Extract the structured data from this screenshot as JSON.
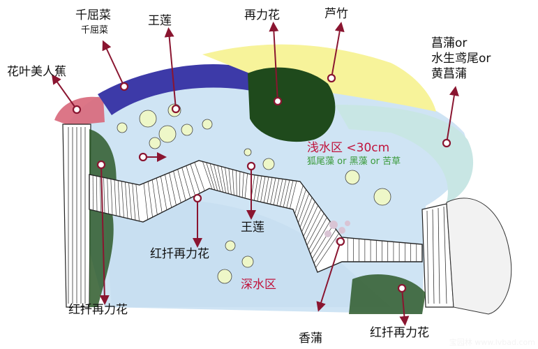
{
  "labels": {
    "ganqucai": "千屈菜",
    "ganqucai_sub": "千屈菜",
    "wanglian_top": "王莲",
    "zailihua_top": "再力花",
    "luzhu": "芦竹",
    "changpu_line1": "菖蒲or",
    "changpu_line2": "水生鸢尾or",
    "changpu_line3": "黄菖蒲",
    "huaye": "花叶美人蕉",
    "shallow": "浅水区 <30cm",
    "shallow_plants": "狐尾藻 or 黑藻 or 苦草",
    "wanglian_mid": "王莲",
    "hongqian_mid": "红扦再力花",
    "deep": "深水区",
    "hongqian_left": "红扦再力花",
    "xiangpu": "香蒲",
    "hongqian_right": "红扦再力花"
  },
  "watermark": "宝园林 www.lvbad.com",
  "colors": {
    "water": "#cfe4f4",
    "purple": "#3d3aa8",
    "pink": "#d8677a",
    "yellow": "#f7f39a",
    "green_dark": "#1f4a1c",
    "teal_light": "#c8e6e4",
    "accent_red": "#c0133c",
    "arrow": "#8a1530"
  }
}
